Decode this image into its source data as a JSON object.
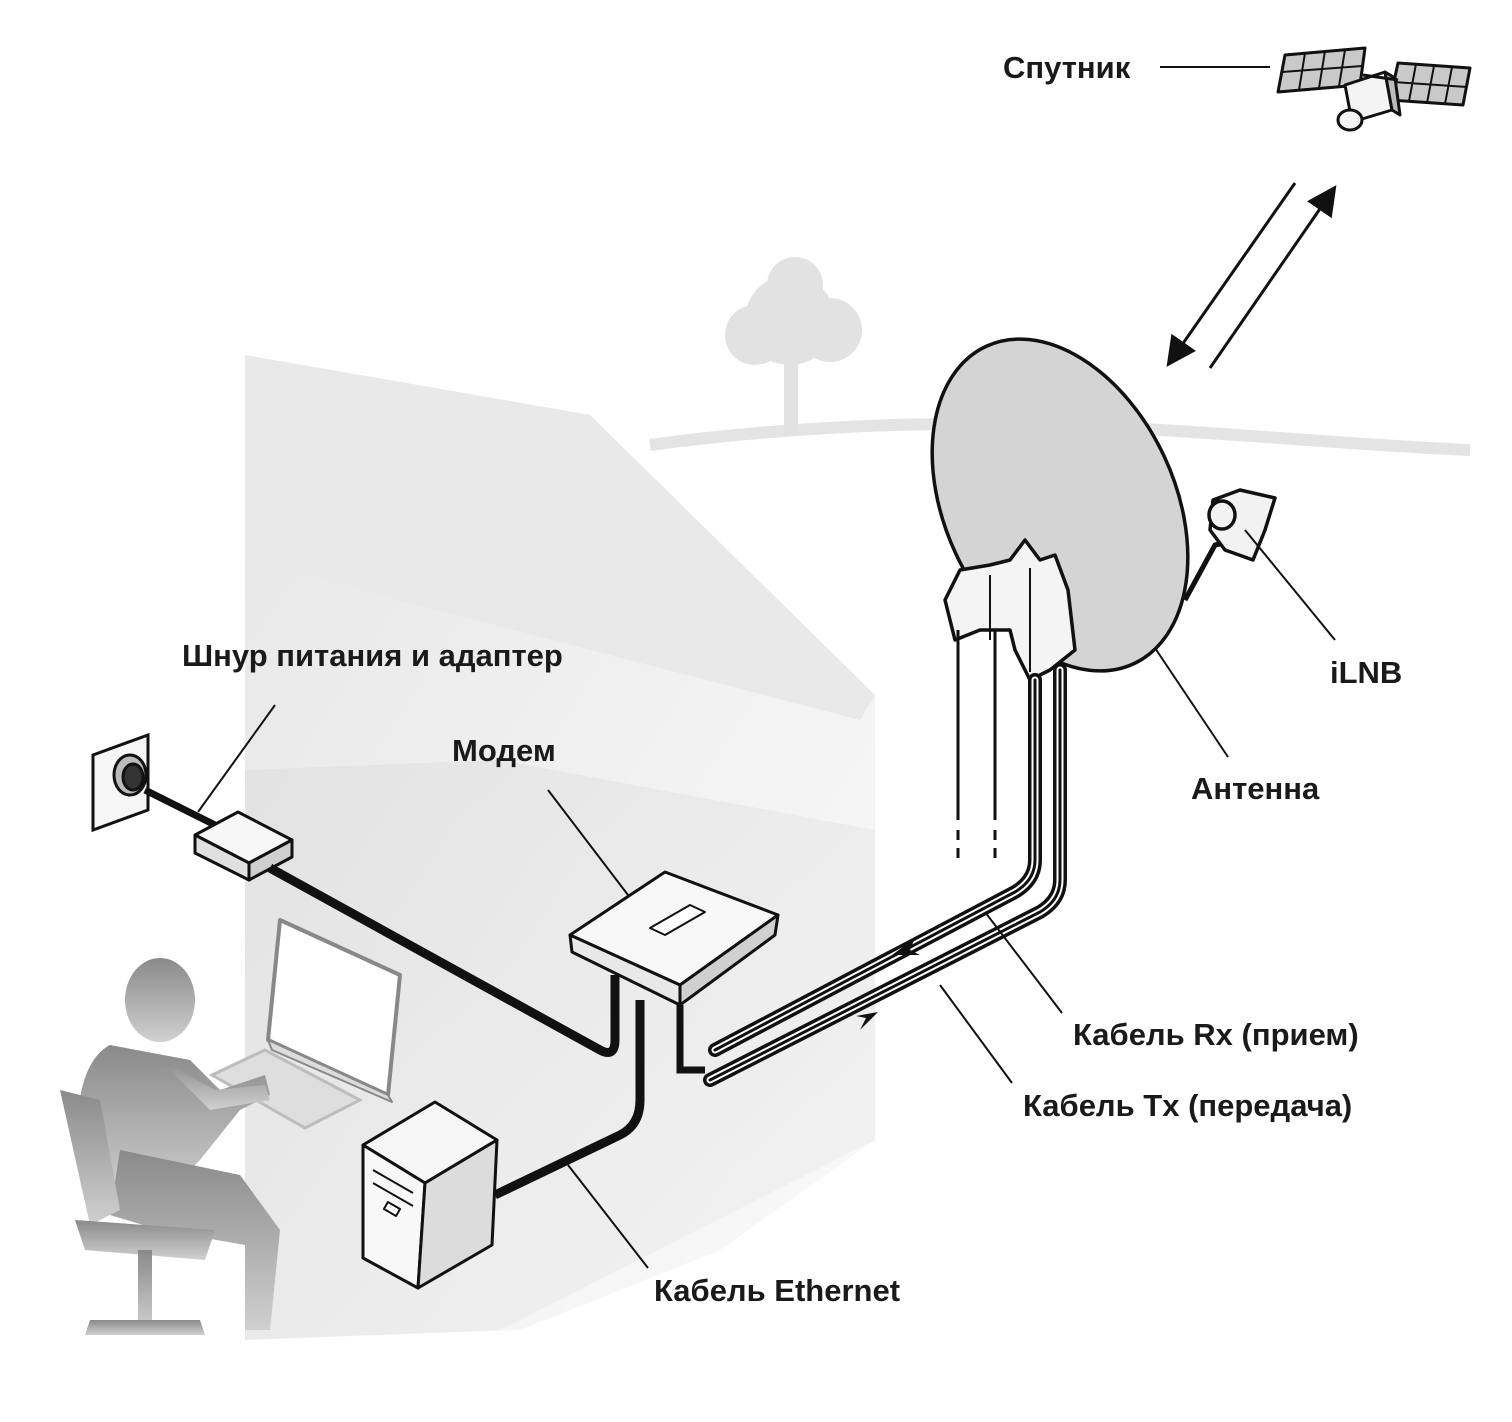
{
  "labels": {
    "satellite": "Спутник",
    "power": "Шнур питания и адаптер",
    "modem": "Модем",
    "ilnb": "iLNB",
    "antenna": "Антенна",
    "rx_cable": "Кабель Rx (прием)",
    "tx_cable": "Кабель Tx (передача)",
    "ethernet": "Кабель Ethernet"
  },
  "colors": {
    "line": "#111111",
    "wall_light": "#f2f2f2",
    "wall_shade": "#d9d9d9",
    "dish": "#d4d4d4",
    "silhouette": "#9a9a9a",
    "tree": "#e2e2e2"
  }
}
